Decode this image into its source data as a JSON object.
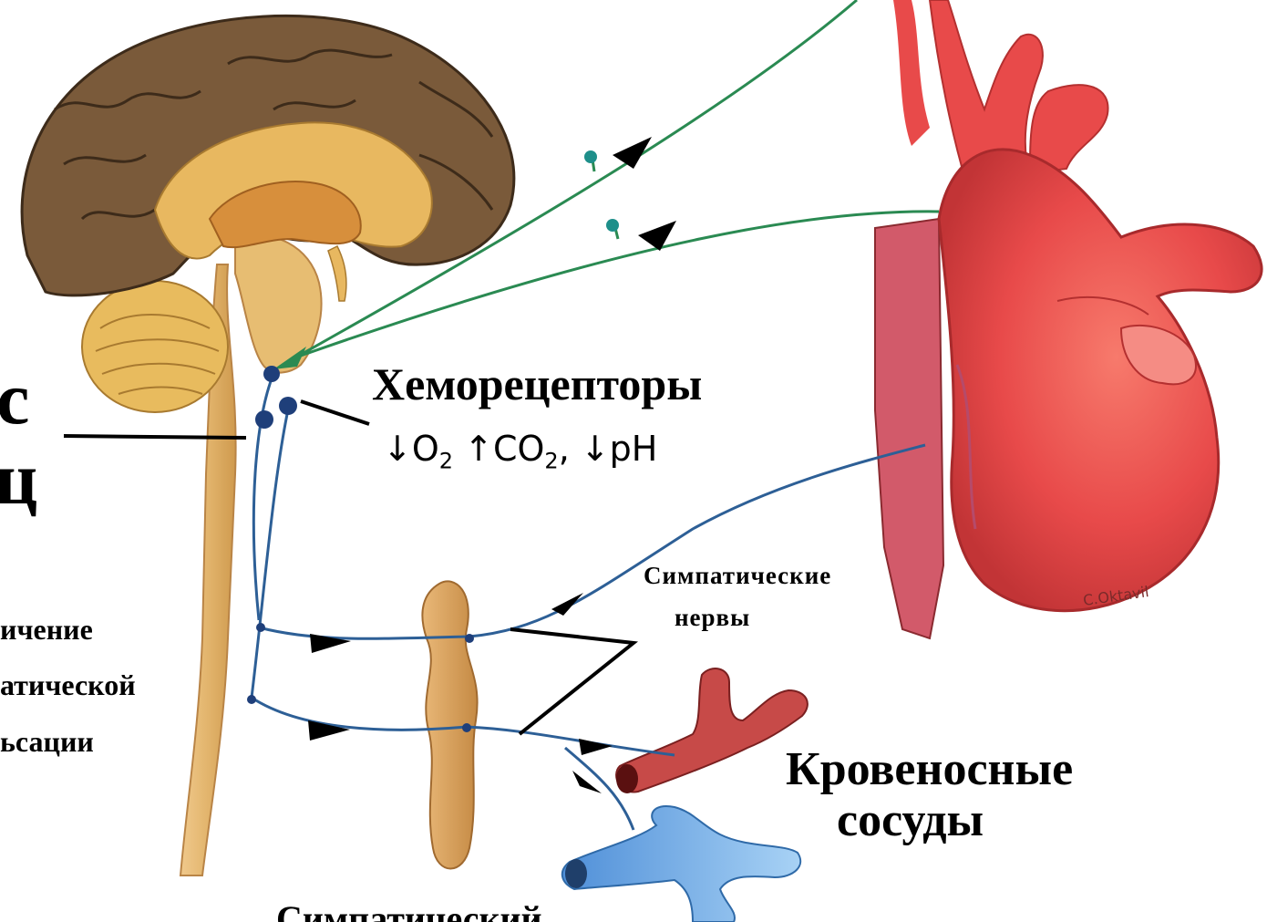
{
  "labels": {
    "chemoreceptors": "Хеморецепторы",
    "stimulus": {
      "o2": "↓O",
      "o2_sub": "2",
      "co2": " ↑CO",
      "co2_sub": "2",
      "ph": ", ↓pH"
    },
    "sympathetic_line1": "Симпатические",
    "sympathetic_line2": "нервы",
    "vessels_line1": "Кровеносные",
    "vessels_line2": "сосуды",
    "ganglion": "Симпатический",
    "left_title_1": "с",
    "left_title_2": "ц",
    "side_1": "ичение",
    "side_2": "атической",
    "side_3": "ьсации",
    "signature": "C.Oktavil"
  },
  "colors": {
    "brain_cortex": "#7a5a3a",
    "brain_inner": "#e8b860",
    "spinal_cord": "#e2b46c",
    "heart": "#e84a4a",
    "artery": "#b74040",
    "vein": "#6aa6e0",
    "nerve_green": "#2a8a52",
    "nerve_blue": "#2d5f96"
  }
}
